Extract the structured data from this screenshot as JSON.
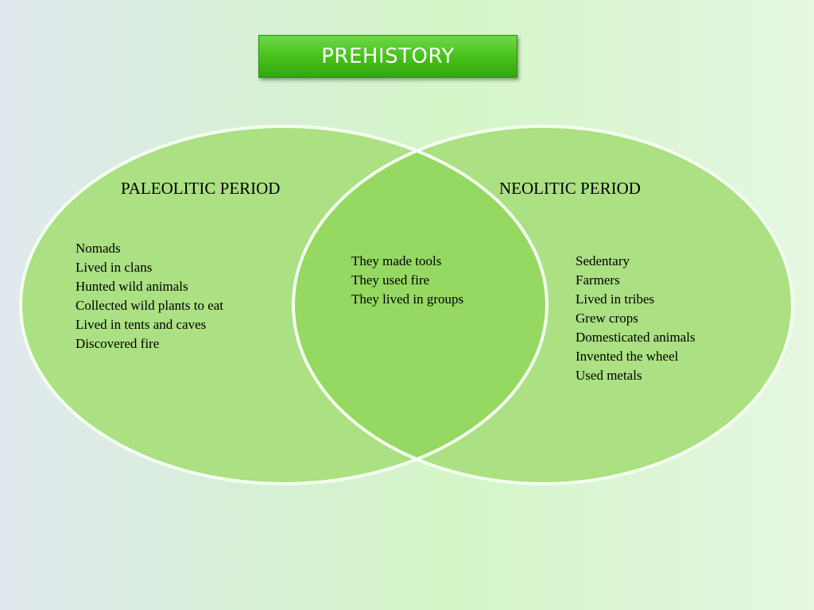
{
  "title": "PREHISTORY",
  "left": {
    "heading": "PALEOLITIC PERIOD",
    "items": [
      "Nomads",
      "Lived in clans",
      "Hunted wild animals",
      "Collected wild plants to eat",
      "Lived in tents and caves",
      "Discovered fire"
    ]
  },
  "center": {
    "items": [
      "They made tools",
      "They used fire",
      "They lived in groups"
    ]
  },
  "right": {
    "heading": "NEOLITIC PERIOD",
    "items": [
      "Sedentary",
      "Farmers",
      "Lived in tribes",
      "Grew crops",
      "Domesticated animals",
      "Invented the wheel",
      "Used metals"
    ]
  },
  "colors": {
    "circle_fill": "#abe083",
    "overlap_fill": "#95d862",
    "circle_stroke": "#f4fff0",
    "title_fill": "#48c21b"
  }
}
